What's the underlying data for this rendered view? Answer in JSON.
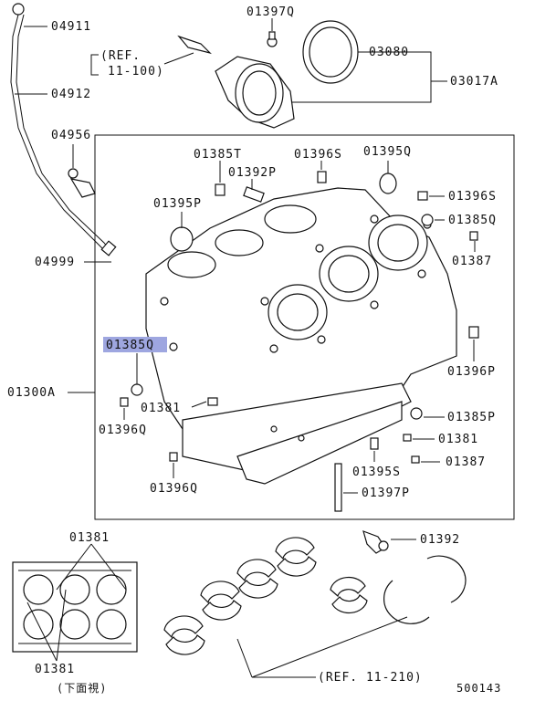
{
  "labels": {
    "p04911": "04911",
    "p04912": "04912",
    "p04956": "04956",
    "p04999": "04999",
    "ref_top_1": "(REF.",
    "ref_top_2": "11-100)",
    "p01397Q": "01397Q",
    "p03080": "03080",
    "p03017A": "03017A",
    "p01385T": "01385T",
    "p01396S_a": "01396S",
    "p01395Q_a": "01395Q",
    "p01392P": "01392P",
    "p01395P": "01395P",
    "p01396S_b": "01396S",
    "p01385Q_a": "01385Q",
    "p01387_a": "01387",
    "p01385Q_hl": "01385Q",
    "p01396P": "01396P",
    "p01300A": "01300A",
    "p01381_a": "01381",
    "p01385P": "01385P",
    "p01396Q_a": "01396Q",
    "p01381_b": "01381",
    "p01395S": "01395S",
    "p01387_b": "01387",
    "p01396Q_b": "01396Q",
    "p01397P": "01397P",
    "p01381_c": "01381",
    "p01381_d": "01381",
    "bottom_view": "(下面視)",
    "p01392": "01392",
    "ref_bottom": "(REF. 11-210)",
    "diagram_code": "500143"
  },
  "colors": {
    "highlight": "#9ea6e0",
    "ink": "#111111"
  }
}
